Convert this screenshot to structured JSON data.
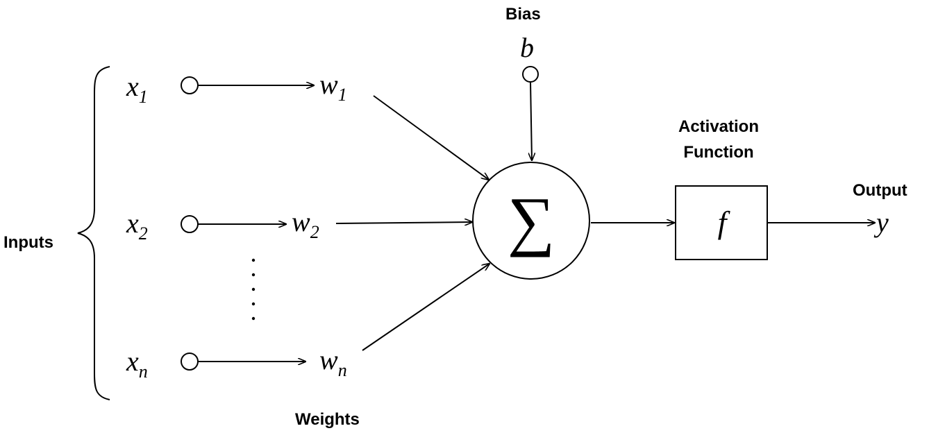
{
  "labels": {
    "inputs": "Inputs",
    "weights": "Weights",
    "bias": "Bias",
    "activation_line1": "Activation",
    "activation_line2": "Function",
    "output": "Output"
  },
  "inputs": [
    {
      "var": "x",
      "sub": "1"
    },
    {
      "var": "x",
      "sub": "2"
    },
    {
      "var": "x",
      "sub": "n"
    }
  ],
  "weights": [
    {
      "var": "w",
      "sub": "1"
    },
    {
      "var": "w",
      "sub": "2"
    },
    {
      "var": "w",
      "sub": "n"
    }
  ],
  "bias_symbol": "b",
  "sum_symbol": "∑",
  "function_symbol": "f",
  "output_symbol": "y",
  "ellipsis": "⋮"
}
